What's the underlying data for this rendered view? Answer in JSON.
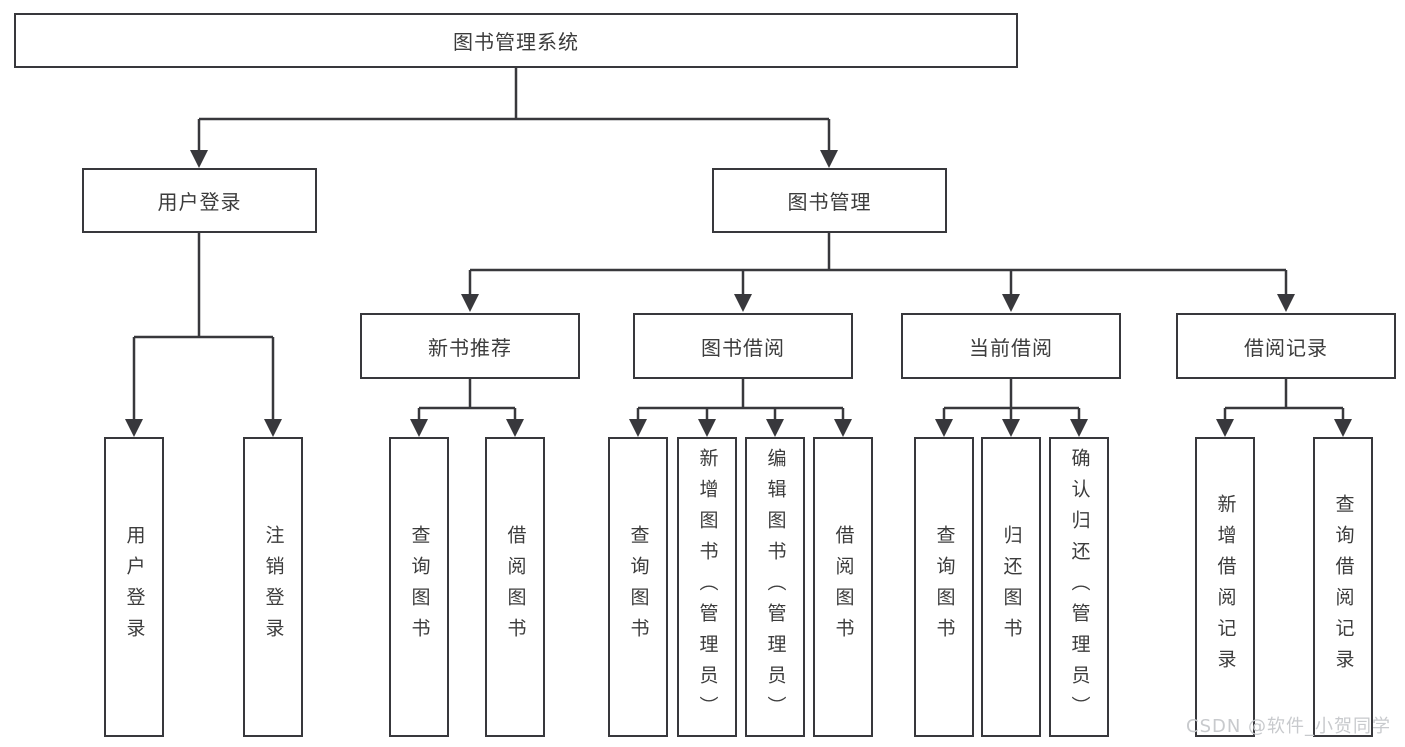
{
  "tree": {
    "root": {
      "label": "图书管理系统"
    },
    "branches": [
      {
        "label": "用户登录",
        "children": [
          {
            "label": "用户登录"
          },
          {
            "label": "注销登录"
          }
        ]
      },
      {
        "label": "图书管理",
        "sections": [
          {
            "label": "新书推荐",
            "children": [
              {
                "label": "查询图书"
              },
              {
                "label": "借阅图书"
              }
            ]
          },
          {
            "label": "图书借阅",
            "children": [
              {
                "label": "查询图书"
              },
              {
                "label": "新增图书（管理员）"
              },
              {
                "label": "编辑图书（管理员）"
              },
              {
                "label": "借阅图书"
              }
            ]
          },
          {
            "label": "当前借阅",
            "children": [
              {
                "label": "查询图书"
              },
              {
                "label": "归还图书"
              },
              {
                "label": "确认归还（管理员）"
              }
            ]
          },
          {
            "label": "借阅记录",
            "children": [
              {
                "label": "新增借阅记录"
              },
              {
                "label": "查询借阅记录"
              }
            ]
          }
        ]
      }
    ]
  },
  "watermark": {
    "text": "CSDN @软件_小贺同学"
  },
  "colors": {
    "line": "#38383c",
    "box_border": "#38383c",
    "text": "#3c3c3c",
    "watermark": "#c8cacd",
    "background": "#ffffff"
  }
}
